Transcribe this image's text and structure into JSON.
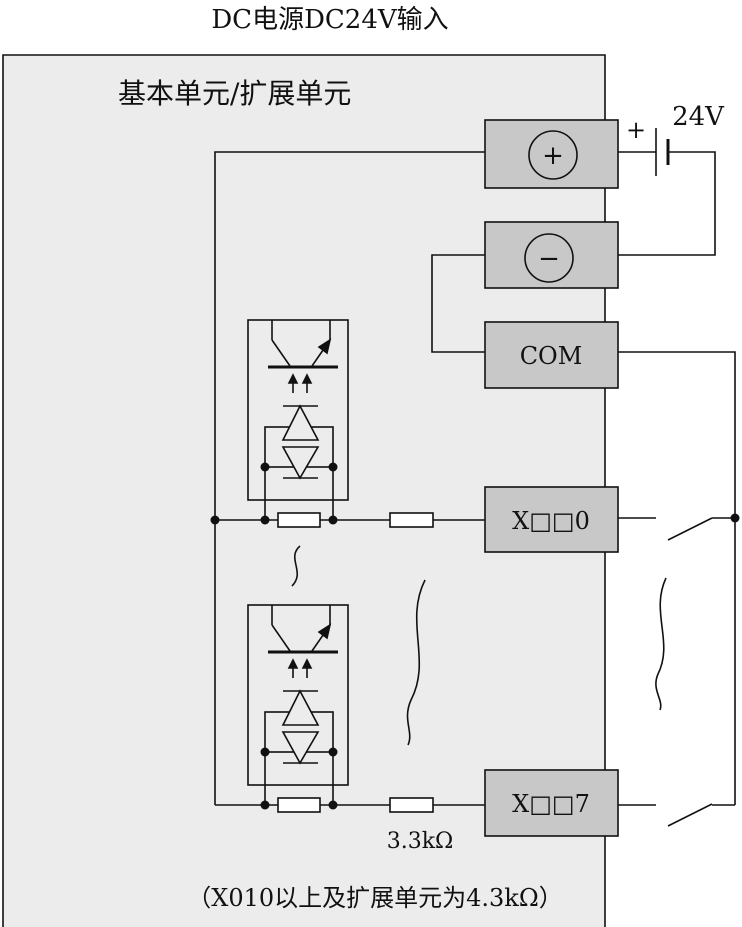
{
  "title": "DC电源DC24V输入",
  "unit_label": "基本单元/扩展单元",
  "battery": {
    "polarity": "+",
    "voltage": "24V"
  },
  "terminals": {
    "plus": "+",
    "minus": "−",
    "com": "COM",
    "x0": "X□□0",
    "x7": "X□□7"
  },
  "resistor_label": "3.3kΩ",
  "note": "（X010以上及扩展单元为4.3kΩ）",
  "colors": {
    "panel": "#ececec",
    "terminal": "#c8c8c8",
    "line": "#111111"
  }
}
